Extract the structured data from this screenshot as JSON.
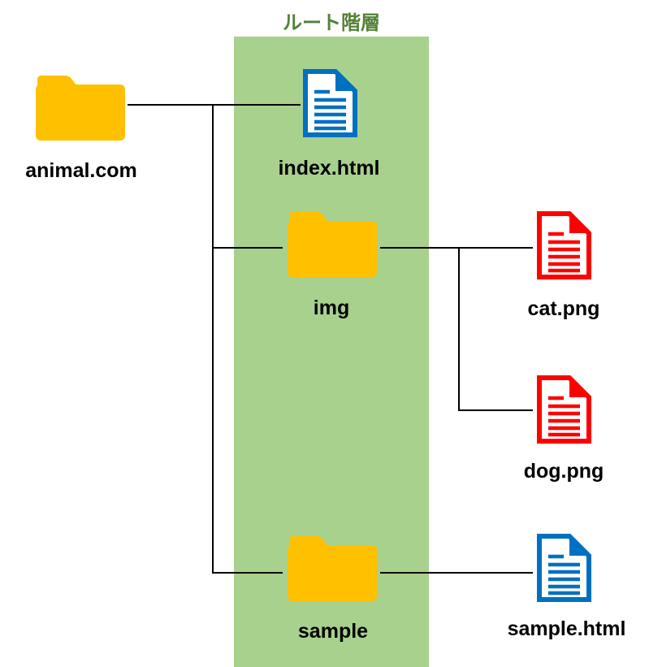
{
  "title": "ルート階層",
  "colors": {
    "background": "#FFFFFF",
    "band": "#A9D18E",
    "title_green": "#538135",
    "folder": "#FFC000",
    "doc_blue": "#0070C0",
    "doc_red": "#FF0000",
    "line": "#000000",
    "label": "#000000"
  },
  "nodes": {
    "animal": {
      "label": "animal.com",
      "type": "folder"
    },
    "index": {
      "label": "index.html",
      "type": "document-blue"
    },
    "img": {
      "label": "img",
      "type": "folder"
    },
    "cat": {
      "label": "cat.png",
      "type": "document-red"
    },
    "dog": {
      "label": "dog.png",
      "type": "document-red"
    },
    "sample": {
      "label": "sample",
      "type": "folder"
    },
    "sample_html": {
      "label": "sample.html",
      "type": "document-blue"
    }
  }
}
